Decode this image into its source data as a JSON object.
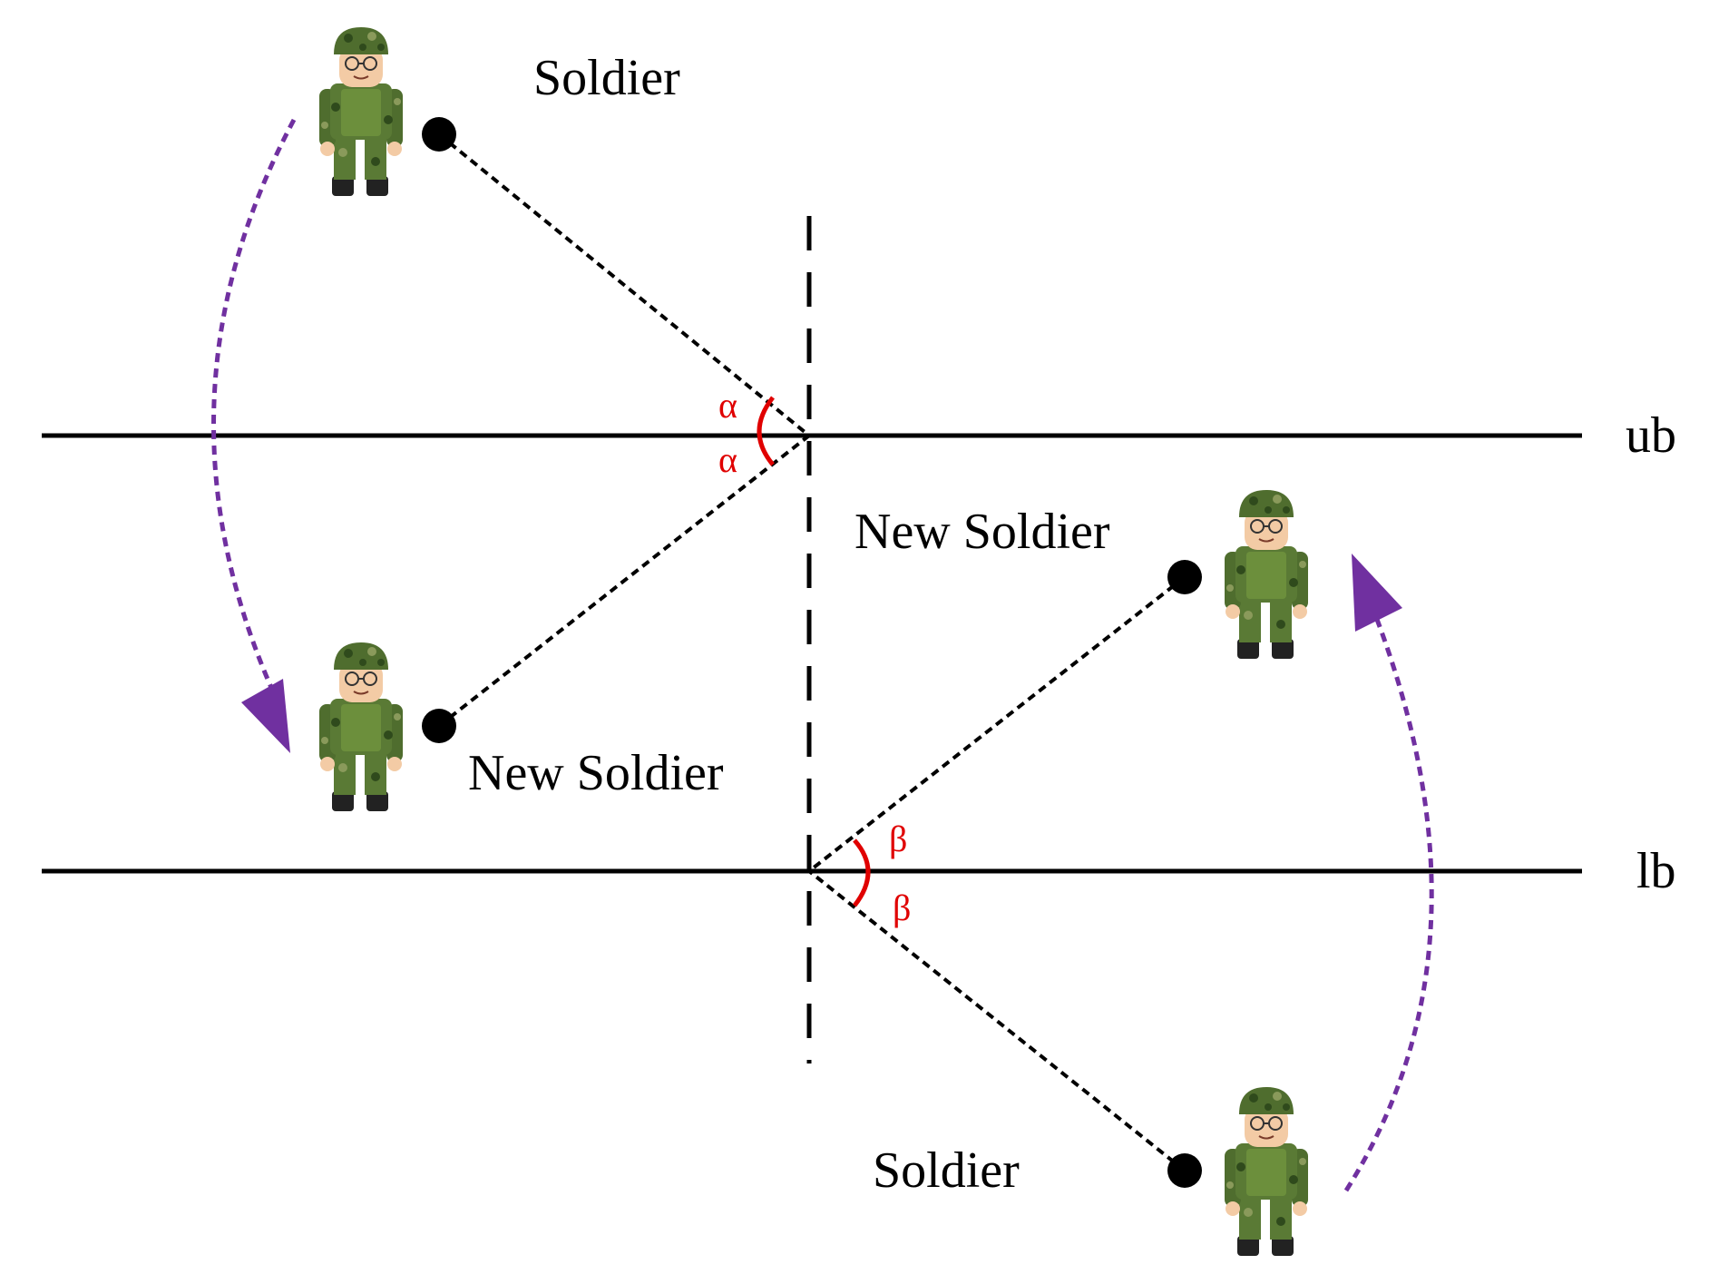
{
  "labels": {
    "soldier_top": "Soldier",
    "new_soldier_left": "New Soldier",
    "new_soldier_right": "New Soldier",
    "soldier_bottom": "Soldier",
    "upper_bound": "ub",
    "lower_bound": "lb",
    "alpha": "α",
    "beta": "β"
  },
  "colors": {
    "boundary_line": "#000000",
    "projection_line": "#000000",
    "arrow": "#7030a0",
    "angle_mark": "#e00000",
    "uniform_green": "#5a7a35",
    "uniform_dark": "#3f5a26",
    "skin": "#f3cba5"
  },
  "icons": {
    "soldier": "soldier-icon",
    "point": "position-dot-icon",
    "arrow": "curved-arrow-icon"
  }
}
